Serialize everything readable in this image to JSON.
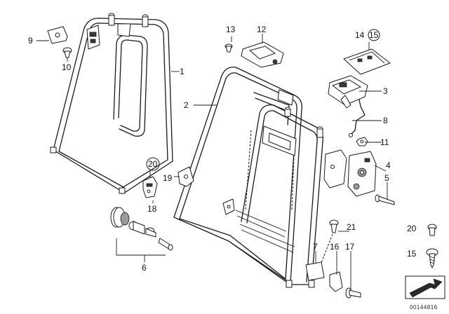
{
  "labels": {
    "p1": "1",
    "p2": "2",
    "p3": "3",
    "p4": "4",
    "p5": "5",
    "p6": "6",
    "p7": "7",
    "p8": "8",
    "p9": "9",
    "p10": "10",
    "p11": "11",
    "p12": "12",
    "p13": "13",
    "p14": "14",
    "p15": "15",
    "p16": "16",
    "p17": "17",
    "p18": "18",
    "p19": "19",
    "p20": "20",
    "p21": "21",
    "legend20": "20",
    "legend15": "15"
  },
  "reference_number": "00144816"
}
